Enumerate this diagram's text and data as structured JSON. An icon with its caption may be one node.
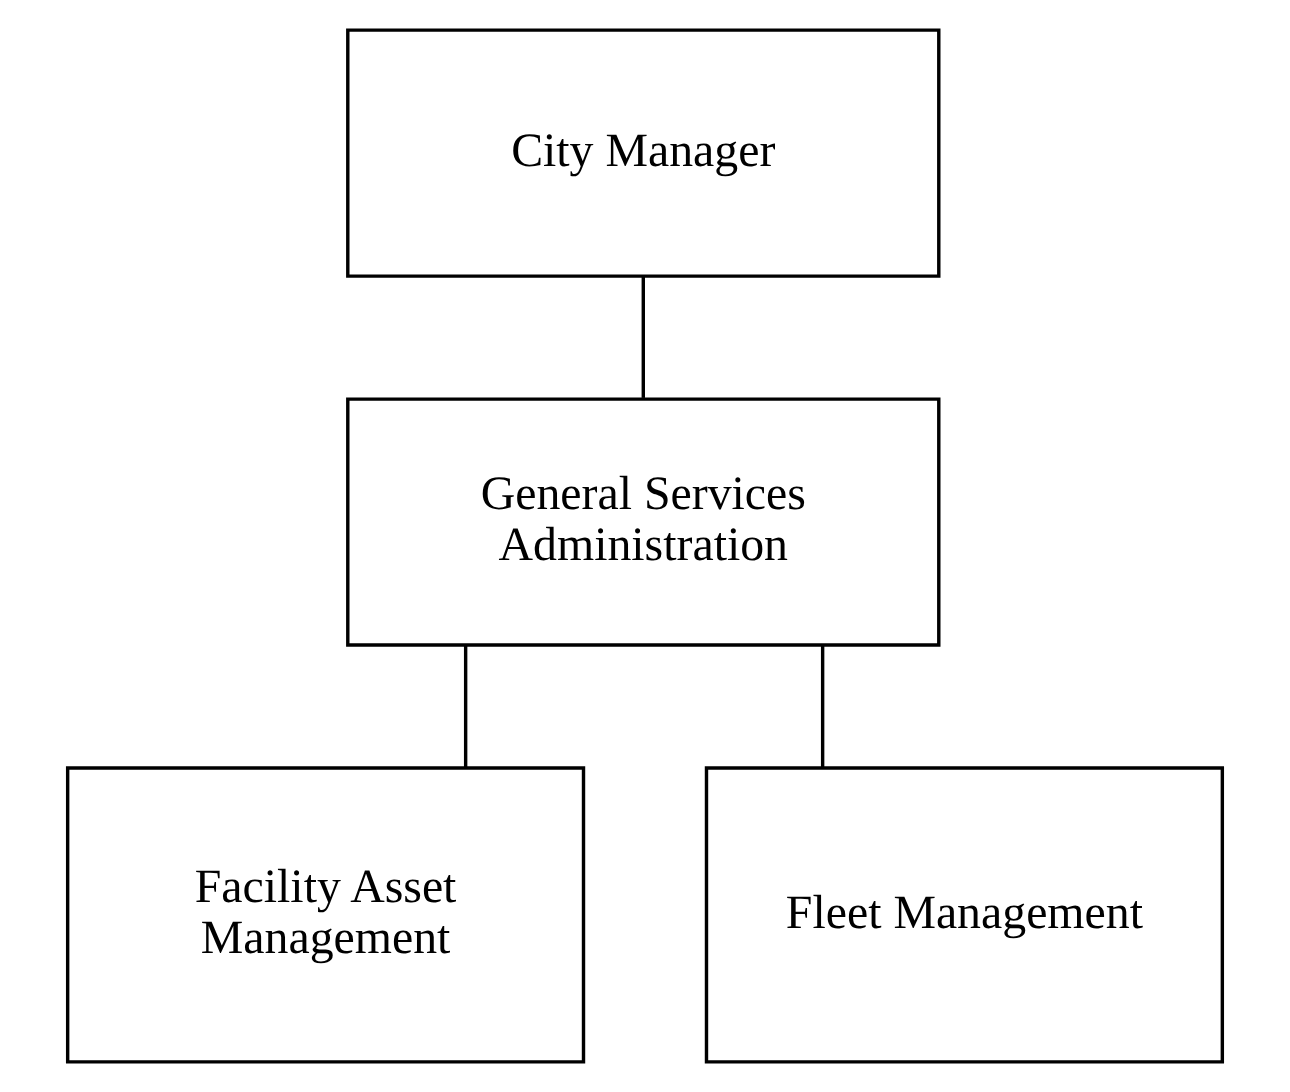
{
  "diagram": {
    "nodes": [
      {
        "text": [
          "City Manager"
        ]
      },
      {
        "text": [
          "General Services Administration"
        ]
      },
      {
        "text": [
          "Facility Asset Management"
        ]
      },
      {
        "text": [
          "Fleet Management"
        ]
      }
    ],
    "edges": [
      {
        "from": 0,
        "to": 1,
        "arrow": "none"
      },
      {
        "from": 1,
        "to": 2,
        "arrow": "none"
      },
      {
        "from": 1,
        "to": 3,
        "arrow": "none"
      }
    ]
  }
}
